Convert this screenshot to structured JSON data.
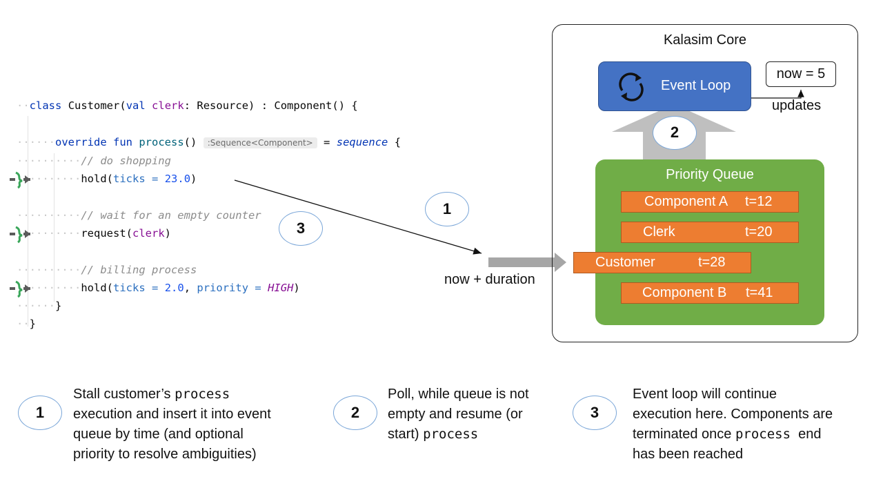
{
  "code": {
    "line1": {
      "kw": "class",
      "name": "Customer",
      "open": "(",
      "valkw": "val",
      "param": "clerk",
      "colon": ":",
      "type": "Resource",
      "close": ") : Component() {"
    },
    "line2": {
      "kw1": "override",
      "kw2": "fun",
      "name": "process",
      "parens": "()",
      "hint": ":Sequence<Component>",
      "eq": "=",
      "seq": "sequence",
      "brace": "{"
    },
    "line3": {
      "comment": "// do shopping"
    },
    "line4": {
      "fn": "hold",
      "open": "(",
      "arg": "ticks",
      "eq": "=",
      "val": "23.0",
      "close": ")"
    },
    "line5": {
      "comment": "// wait for an empty counter"
    },
    "line6": {
      "fn": "request",
      "open": "(",
      "arg": "clerk",
      "close": ")"
    },
    "line7": {
      "comment": "// billing process"
    },
    "line8": {
      "fn": "hold",
      "open": "(",
      "arg": "ticks",
      "eq": "=",
      "val": "2.0",
      "comma": ",",
      "arg2": "priority",
      "eq2": "=",
      "val2": "HIGH",
      "close": ")"
    },
    "line9": {
      "brace": "}"
    },
    "line10": {
      "brace": "}"
    }
  },
  "diagram": {
    "core_title": "Kalasim Core",
    "event_loop": "Event Loop",
    "now": "now = 5",
    "updates": "updates",
    "priority_queue": "Priority Queue",
    "queue": [
      {
        "name": "Component A",
        "t": "t=12"
      },
      {
        "name": "Clerk",
        "t": "t=20"
      },
      {
        "name": "Customer",
        "t": "t=28"
      },
      {
        "name": "Component B",
        "t": "t=41"
      }
    ],
    "now_duration": "now + duration",
    "step1": "1",
    "step2": "2",
    "step3": "3"
  },
  "legend": [
    {
      "num": "1",
      "pre": "Stall customer’s ",
      "code": "process",
      "l2": "execution and insert it into event",
      "l3": "queue by time (and optional",
      "l4": "priority to resolve ambiguities)"
    },
    {
      "num": "2",
      "l1": "Poll, while queue is not",
      "l2": "empty and resume (or",
      "pre3": "start) ",
      "code": "process"
    },
    {
      "num": "3",
      "l1": "Event loop will  continue",
      "l2": "execution here. Components are",
      "pre3": "terminated once ",
      "code": "process",
      "post3": "  end",
      "l4": "has been reached"
    }
  ],
  "colors": {
    "event_loop": "#4472c4",
    "queue_bg": "#70ad47",
    "queue_item": "#ed7d31",
    "circle_border": "#7aa6d8"
  }
}
